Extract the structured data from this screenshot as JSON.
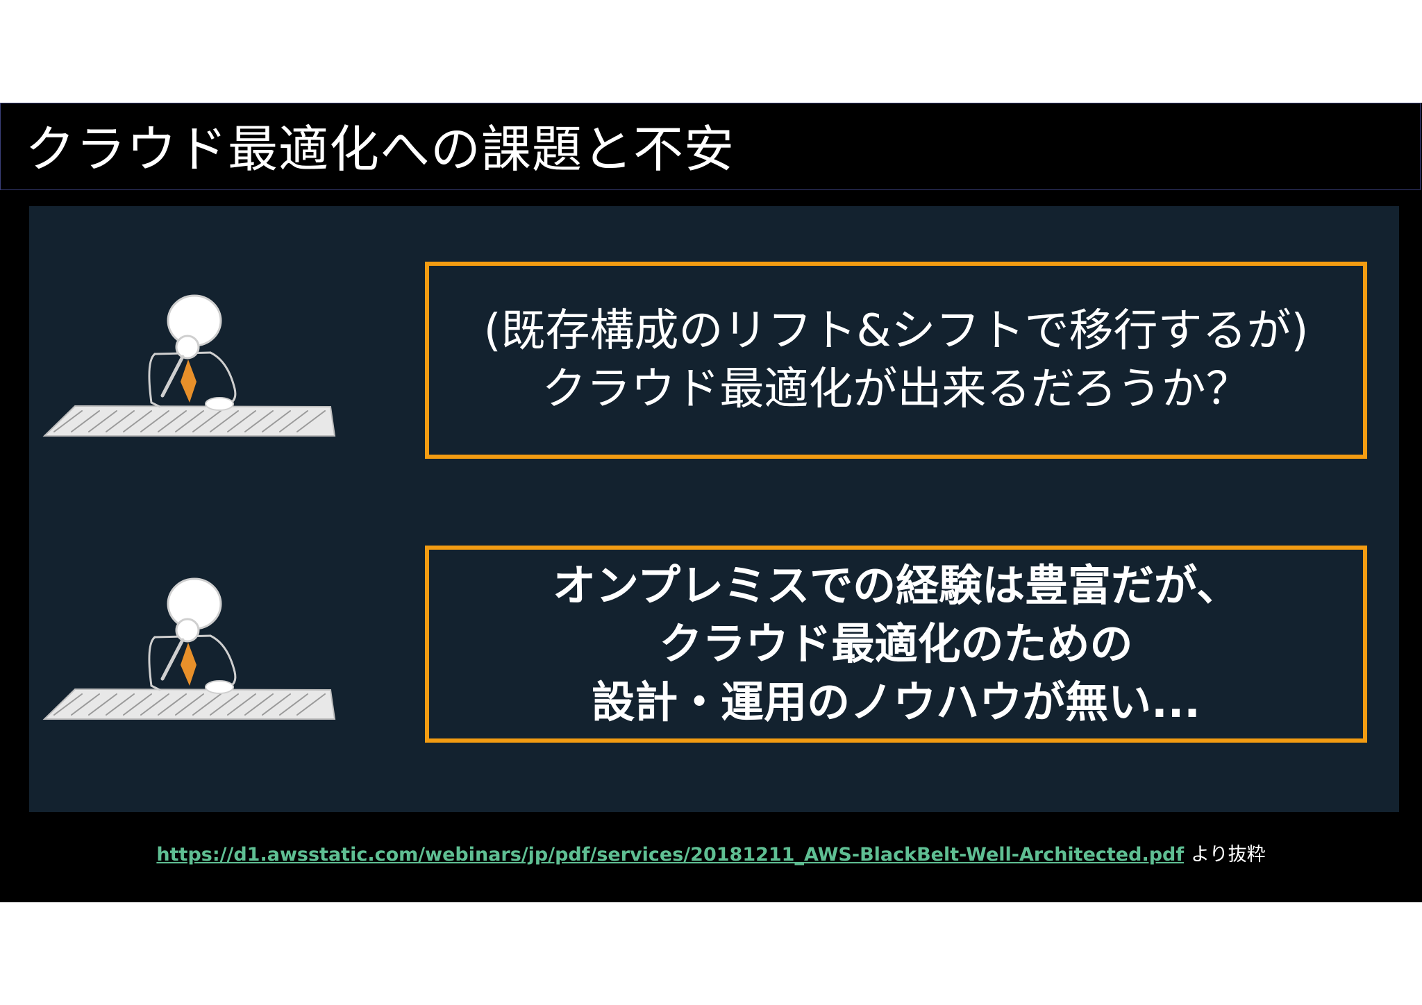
{
  "slide": {
    "title": "クラウド最適化への課題と不安",
    "callouts": [
      {
        "lines": [
          "(既存構成のリフト&シフトで移行するが)",
          "クラウド最適化が出来るだろうか？"
        ]
      },
      {
        "lines": [
          "オンプレミスでの経験は豊富だが、",
          "クラウド最適化のための",
          "設計・運用のノウハウが無い..."
        ]
      }
    ],
    "footer": {
      "link_text": "https://d1.awsstatic.com/webinars/jp/pdf/services/20181211_AWS-BlackBelt-Well-Architected.pdf",
      "suffix": "より抜粋"
    }
  },
  "icons": [
    "person-with-magnifier-icon",
    "person-with-magnifier-icon"
  ],
  "colors": {
    "slide_background": "#000000",
    "panel_background": "#13222f",
    "callout_border": "#f39c12",
    "tie": "#e8902a",
    "link": "#5fbf93"
  }
}
